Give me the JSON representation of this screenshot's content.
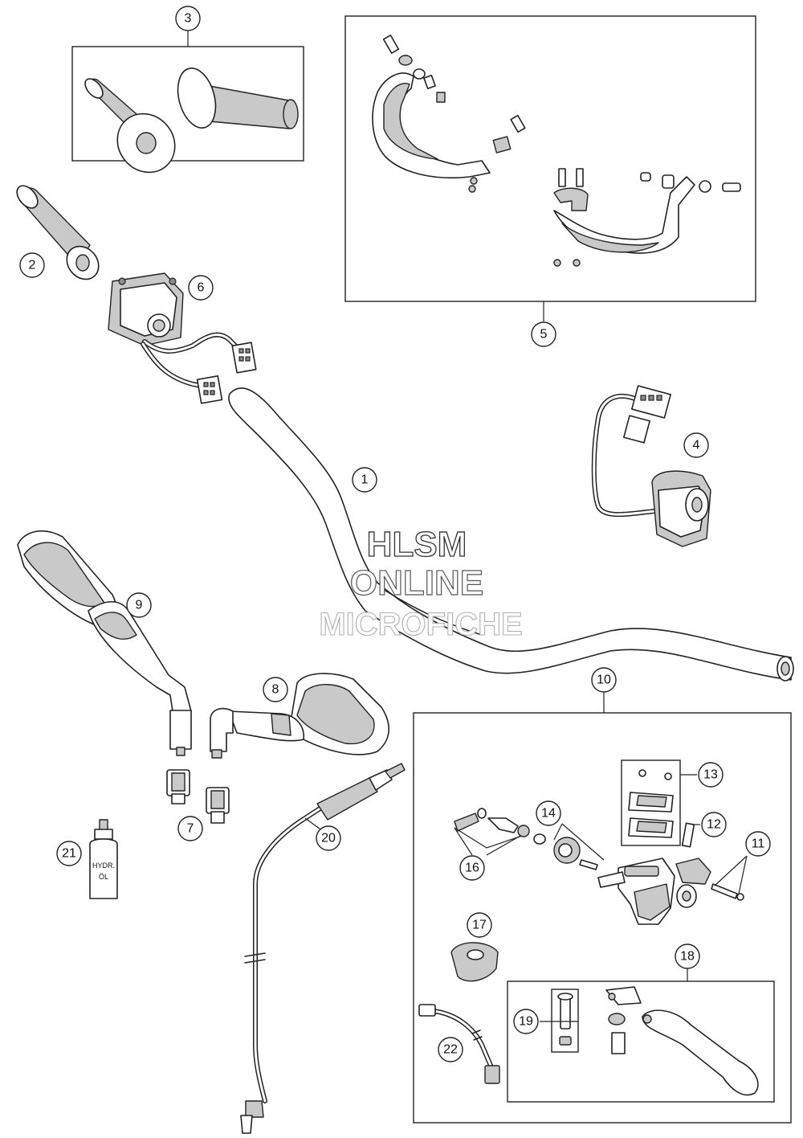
{
  "diagram": {
    "callouts": [
      "1",
      "2",
      "3",
      "4",
      "5",
      "6",
      "7",
      "8",
      "9",
      "10",
      "11",
      "12",
      "13",
      "14",
      "16",
      "17",
      "18",
      "19",
      "20",
      "21",
      "22"
    ],
    "watermark": {
      "line1": "HLSM",
      "line2": "ONLINE",
      "line3": "MICROFICHE"
    },
    "bottle_label": {
      "line1": "HYDR.",
      "line2": "ÖL"
    }
  }
}
